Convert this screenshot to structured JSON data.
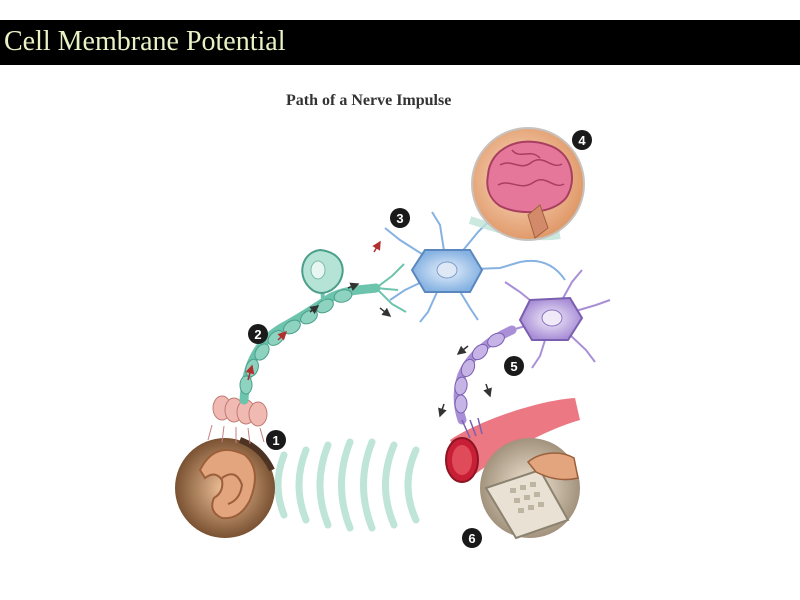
{
  "slide": {
    "title": "Cell Membrane Potential"
  },
  "figure": {
    "title": "Path of a Nerve Impulse",
    "steps": [
      {
        "number": "1",
        "icon": "ear-icon"
      },
      {
        "number": "2",
        "icon": "sensory-neuron-icon"
      },
      {
        "number": "3",
        "icon": "interneuron-icon"
      },
      {
        "number": "4",
        "icon": "brain-icon"
      },
      {
        "number": "5",
        "icon": "motor-neuron-icon"
      },
      {
        "number": "6",
        "icon": "hand-phone-icon"
      }
    ]
  },
  "colors": {
    "title_bar": "#000000",
    "title_text": "#e8f2c4",
    "sensory_neuron": "#6cc4ad",
    "interneuron": "#86b2e2",
    "motor_neuron": "#a98fd6",
    "brain": "#e5789a",
    "muscle": "#d9283c",
    "step_badge": "#1a1a1a"
  }
}
